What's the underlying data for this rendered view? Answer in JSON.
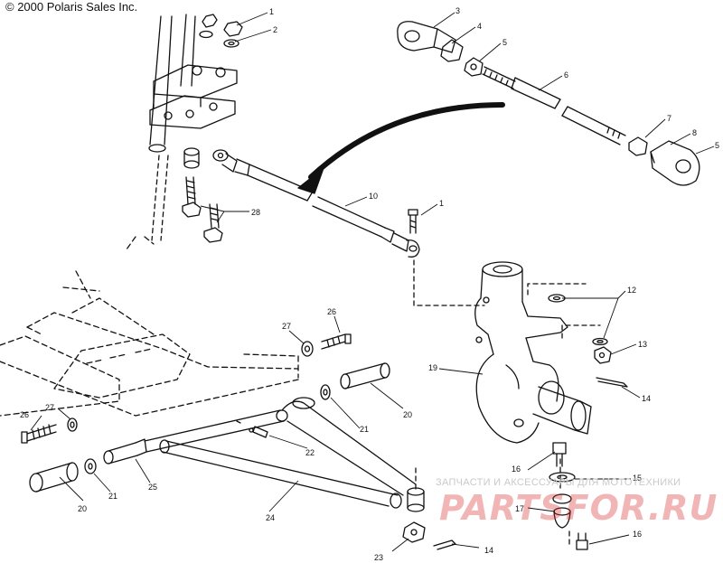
{
  "copyright": "© 2000 Polaris Sales Inc.",
  "watermark": {
    "caption": "ЗАПЧАСТИ И АКСЕССУАРЫ ДЛЯ МОТОТЕХНИКИ",
    "brand": "PARTSFOR.RU",
    "brand_color": "#d62a2a"
  },
  "callouts": [
    {
      "id": "c1",
      "text": "1"
    },
    {
      "id": "c2",
      "text": "2"
    },
    {
      "id": "c3",
      "text": "3"
    },
    {
      "id": "c4",
      "text": "4"
    },
    {
      "id": "c5a",
      "text": "5"
    },
    {
      "id": "c6",
      "text": "6"
    },
    {
      "id": "c7",
      "text": "7"
    },
    {
      "id": "c8",
      "text": "8"
    },
    {
      "id": "c5b",
      "text": "5"
    },
    {
      "id": "c10",
      "text": "10"
    },
    {
      "id": "c1b",
      "text": "1"
    },
    {
      "id": "c28",
      "text": "28"
    },
    {
      "id": "c12",
      "text": "12"
    },
    {
      "id": "c13",
      "text": "13"
    },
    {
      "id": "c14a",
      "text": "14"
    },
    {
      "id": "c19",
      "text": "19"
    },
    {
      "id": "c26a",
      "text": "26"
    },
    {
      "id": "c27a",
      "text": "27"
    },
    {
      "id": "c26b",
      "text": "26"
    },
    {
      "id": "c27b",
      "text": "27"
    },
    {
      "id": "c20a",
      "text": "20"
    },
    {
      "id": "c21a",
      "text": "21"
    },
    {
      "id": "c22",
      "text": "22"
    },
    {
      "id": "c25",
      "text": "25"
    },
    {
      "id": "c21b",
      "text": "21"
    },
    {
      "id": "c20b",
      "text": "20"
    },
    {
      "id": "c24",
      "text": "24"
    },
    {
      "id": "c16a",
      "text": "16"
    },
    {
      "id": "c15",
      "text": "15"
    },
    {
      "id": "c17",
      "text": "17"
    },
    {
      "id": "c16b",
      "text": "16"
    },
    {
      "id": "c23",
      "text": "23"
    },
    {
      "id": "c14b",
      "text": "14"
    }
  ]
}
